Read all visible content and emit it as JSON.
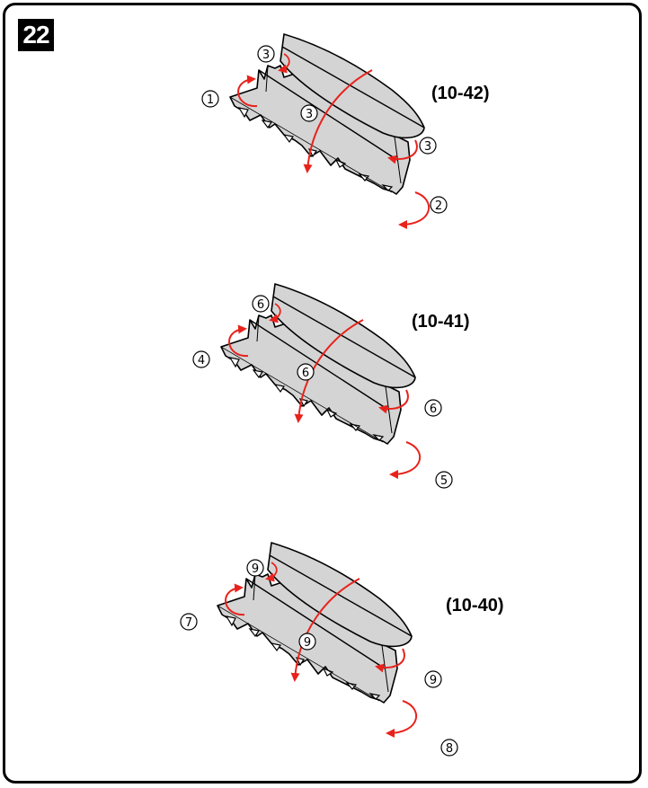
{
  "step_number": "22",
  "colors": {
    "paper": "#d4d4d4",
    "outline": "#000000",
    "arrow": "#e8221b",
    "badge": "#000000"
  },
  "panels": [
    {
      "code": "(10-42)",
      "markers": {
        "left": "1",
        "top_small": "3",
        "center": "3",
        "right_mid": "3",
        "right_low": "2"
      }
    },
    {
      "code": "(10-41)",
      "markers": {
        "left": "4",
        "top_small": "6",
        "center": "6",
        "right_mid": "6",
        "right_low": "5"
      }
    },
    {
      "code": "(10-40)",
      "markers": {
        "left": "7",
        "top_small": "9",
        "center": "9",
        "right_mid": "9",
        "right_low": "8"
      }
    }
  ]
}
